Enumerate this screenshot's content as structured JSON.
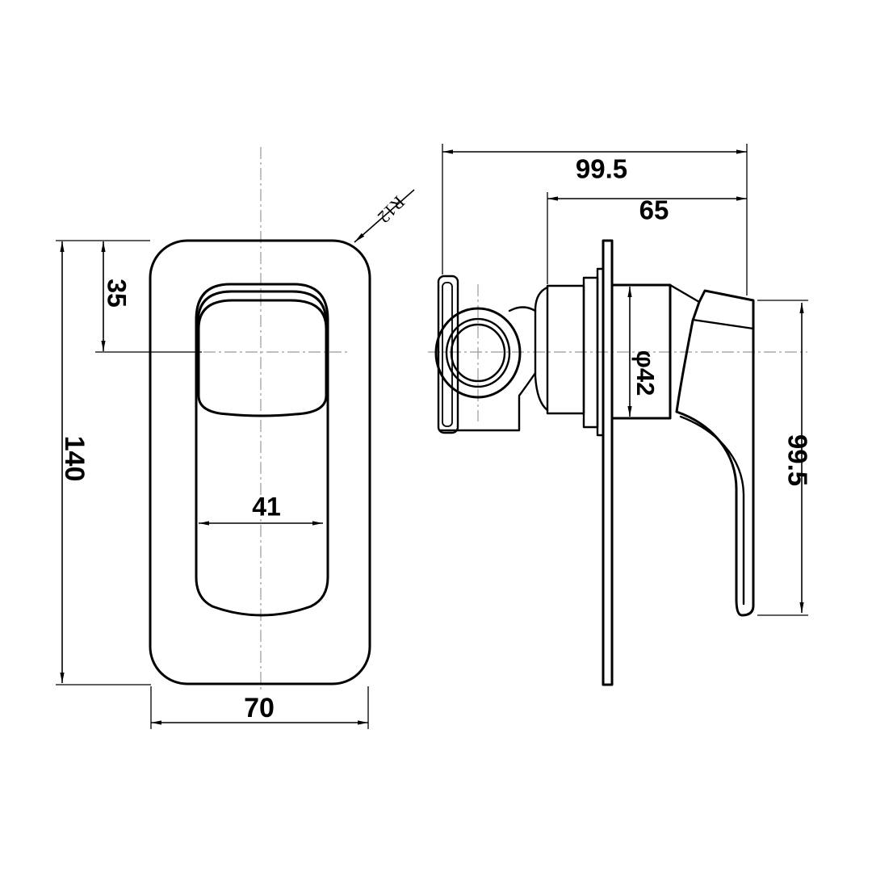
{
  "drawing": {
    "type": "technical-drawing",
    "subject": "wall mixer valve two-view drawing",
    "colors": {
      "background": "#ffffff",
      "line": "#000000",
      "centerline": "#999999"
    },
    "front_view": {
      "dims": {
        "plate_height": "140",
        "plate_width": "70",
        "lever_center_offset": "35",
        "slot_width": "41",
        "corner_radius": "R12"
      }
    },
    "side_view": {
      "dims": {
        "overall_depth": "99.5",
        "front_projection": "65",
        "cartridge_diameter": "φ42",
        "handle_drop": "99.5"
      }
    }
  }
}
